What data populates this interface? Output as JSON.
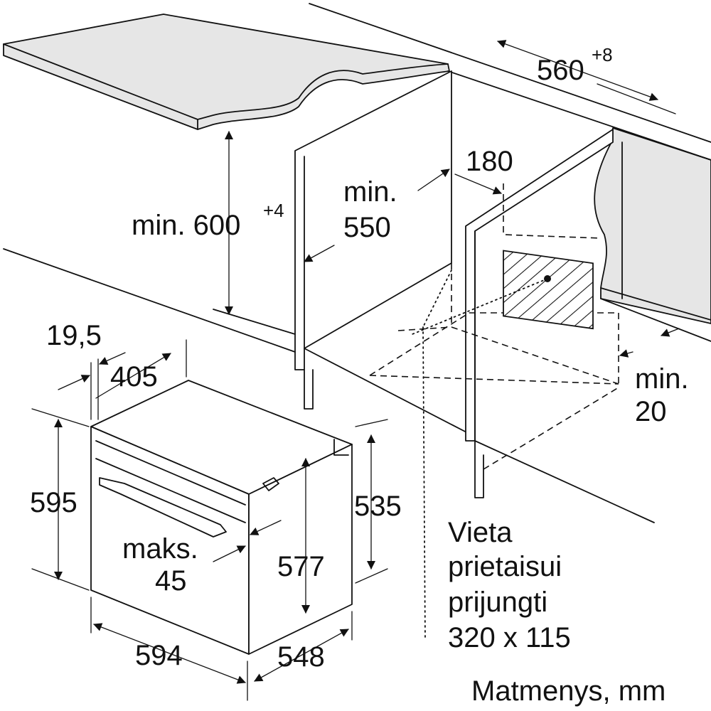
{
  "dimensions": {
    "cabinet_depth": "560",
    "cabinet_depth_tol": "+8",
    "niche_height_prefix": "min. 600",
    "niche_height_tol": "+4",
    "niche_width_line1": "min.",
    "niche_width_line2": "550",
    "vent_depth": "180",
    "gap_line1": "min.",
    "gap_line2": "20",
    "front_panel": "19,5",
    "body_offset": "405",
    "oven_height": "595",
    "body_height": "535",
    "handle_line1": "maks.",
    "handle_line2": "45",
    "inner_height": "577",
    "oven_width": "594",
    "oven_depth": "548"
  },
  "connection_note": [
    "Vieta",
    "prietaisui",
    "prijungti",
    "320 x 115"
  ],
  "units_caption": "Matmenys, mm"
}
